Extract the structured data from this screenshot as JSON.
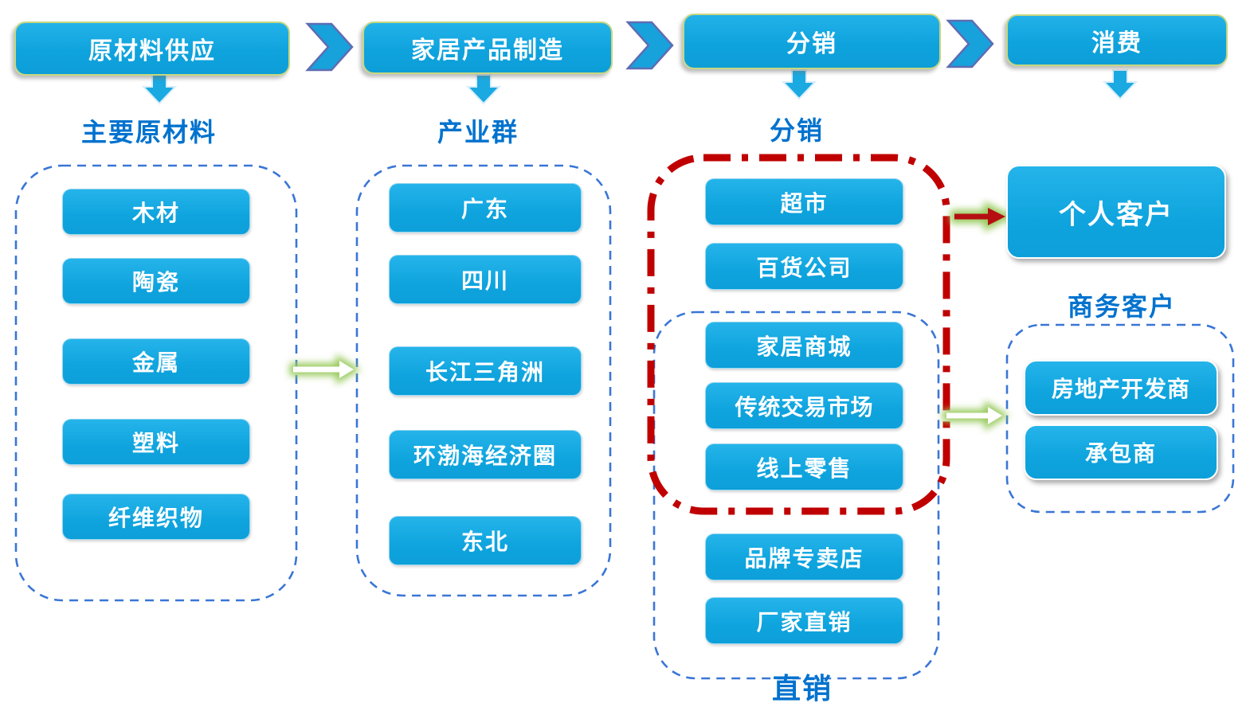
{
  "colors": {
    "node_blue": "#0fa4de",
    "stage_border_green": "#c7d781",
    "title_blue": "#0072ce",
    "dashed_blue": "#3a76d6",
    "dashdot_red": "#c00000",
    "glow_green": "#9acb5e",
    "arrow_red": "#b50f12",
    "chevron_outline": "#5f6cb3"
  },
  "top_flow": {
    "stages": [
      {
        "label": "原材料供应"
      },
      {
        "label": "家居产品制造"
      },
      {
        "label": "分销"
      },
      {
        "label": "消费"
      }
    ]
  },
  "sections": {
    "raw_materials": {
      "title": "主要原材料",
      "items": [
        "木材",
        "陶瓷",
        "金属",
        "塑料",
        "纤维织物"
      ]
    },
    "industry_clusters": {
      "title": "产业群",
      "items": [
        "广东",
        "四川",
        "长江三角洲",
        "环渤海经济圈",
        "东北"
      ]
    },
    "distribution": {
      "title": "分销",
      "retail_items": [
        "超市",
        "百货公司"
      ],
      "shared_items": [
        "家居商城",
        "传统交易市场",
        "线上零售"
      ],
      "direct_items": [
        "品牌专卖店",
        "厂家直销"
      ],
      "direct_label": "直销"
    },
    "consumers": {
      "individual": "个人客户",
      "business_title": "商务客户",
      "business_items": [
        "房地产开发商",
        "承包商"
      ]
    }
  }
}
